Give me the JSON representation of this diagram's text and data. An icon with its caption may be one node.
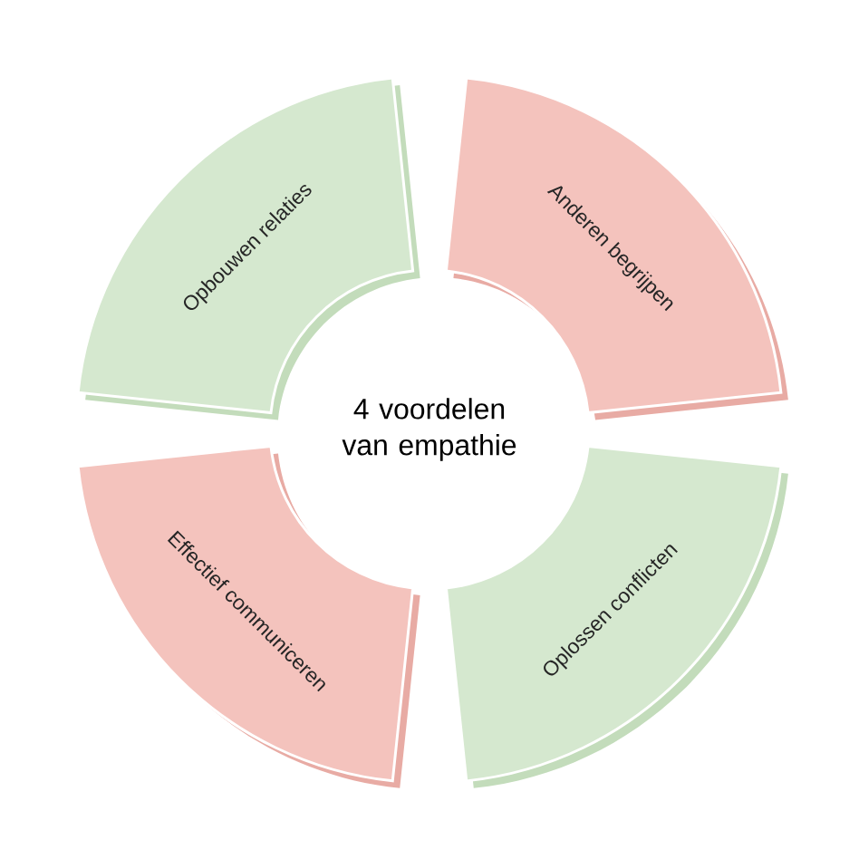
{
  "diagram": {
    "title": "4 voordelen van empathie",
    "nodes": [
      {
        "text": [
          "Opbouwen relaties"
        ]
      },
      {
        "text": [
          "Anderen begrijpen"
        ]
      },
      {
        "text": [
          "Effectief communiceren"
        ]
      },
      {
        "text": [
          "Oplossen conflicten"
        ]
      }
    ]
  }
}
